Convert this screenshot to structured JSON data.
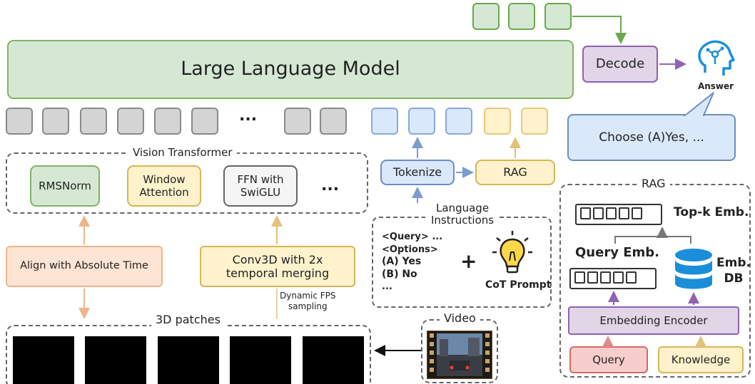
{
  "llm": {
    "label": "Large Language Model"
  },
  "decode": {
    "label": "Decode"
  },
  "answer": {
    "label": "Answer"
  },
  "speech": {
    "text": "Choose (A)Yes, ..."
  },
  "ellipsis": {
    "tokens": "...",
    "vit": "..."
  },
  "vision_transformer": {
    "label": "Vision Transformer",
    "blocks": [
      "RMSNorm",
      "Window\nAttention",
      "FFN with\nSwiGLU"
    ]
  },
  "tokenize": {
    "label": "Tokenize"
  },
  "rag_small": {
    "label": "RAG"
  },
  "align": {
    "label": "Align with Absolute Time"
  },
  "conv3d": {
    "label": "Conv3D with 2x\ntemporal merging"
  },
  "dynamic_fps": {
    "label": "Dynamic FPS\nsampling"
  },
  "language": {
    "label": "Language\nInstructions",
    "lines": [
      "<Query> ...",
      "<Options>",
      "(A) Yes",
      "(B) No",
      "..."
    ],
    "plus": "+",
    "cot": "CoT Prompt"
  },
  "patches": {
    "label": "3D patches"
  },
  "video": {
    "label": "Video"
  },
  "rag_panel": {
    "label": "RAG",
    "topk": "Top-k Emb.",
    "query_emb": "Query Emb.",
    "emb_db": "Emb.\nDB",
    "encoder": "Embedding Encoder",
    "query": "Query",
    "knowledge": "Knowledge"
  },
  "icons": [
    "robot-head-icon",
    "lightbulb-icon",
    "database-icon",
    "film-strip-icon"
  ],
  "colors": {
    "green": "#d5e8d4",
    "yellow": "#fff2cc",
    "orange": "#fde4d4",
    "blue": "#dae8fc",
    "purple": "#e1d5e7",
    "pink": "#f8cecc",
    "gray": "#d4d4d4"
  }
}
